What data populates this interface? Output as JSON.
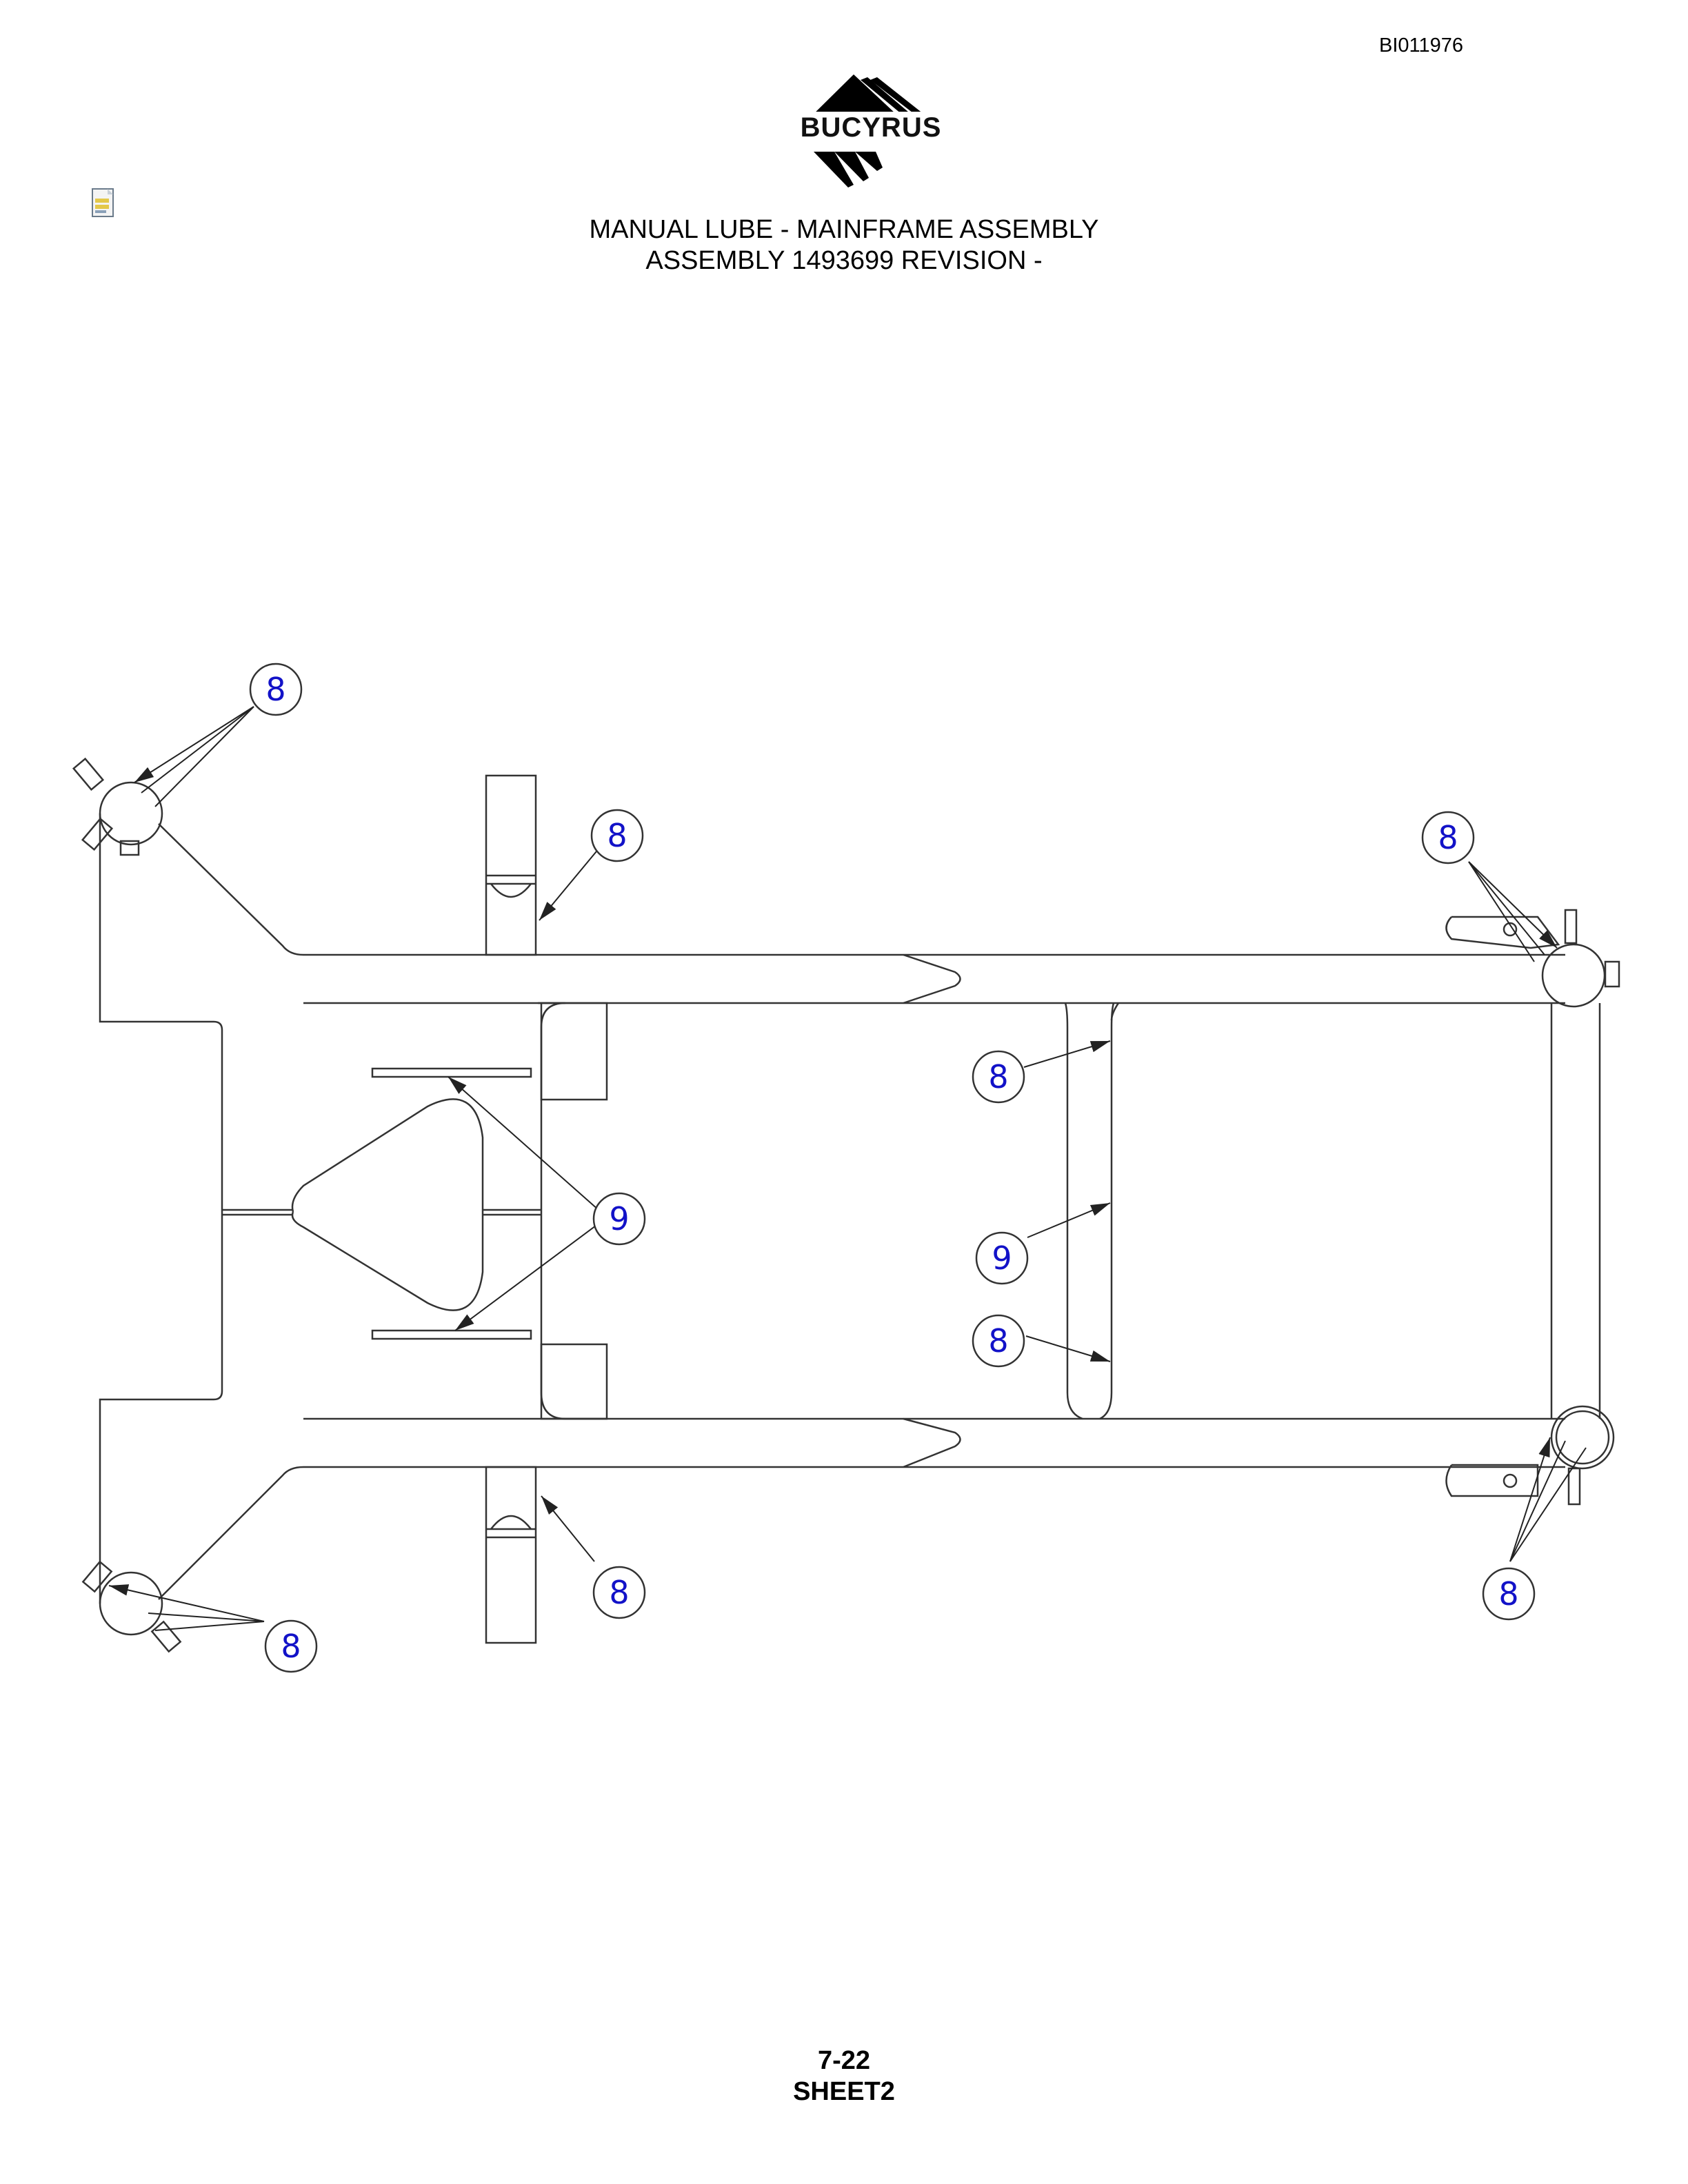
{
  "header": {
    "doc_id": "BI011976",
    "logo_text": "BUCYRUS",
    "title_line1": "MANUAL LUBE - MAINFRAME ASSEMBLY",
    "title_line2": "ASSEMBLY 1493699 REVISION -"
  },
  "footer": {
    "page": "7-22",
    "sheet": "SHEET2"
  },
  "callouts": [
    {
      "id": "c1",
      "label": "8"
    },
    {
      "id": "c2",
      "label": "8"
    },
    {
      "id": "c3",
      "label": "8"
    },
    {
      "id": "c4",
      "label": "8"
    },
    {
      "id": "c5",
      "label": "9"
    },
    {
      "id": "c6",
      "label": "9"
    },
    {
      "id": "c7",
      "label": "8"
    },
    {
      "id": "c8",
      "label": "8"
    },
    {
      "id": "c9",
      "label": "8"
    },
    {
      "id": "c10",
      "label": "8"
    }
  ],
  "colors": {
    "line": "#333333",
    "callout_text": "#1212c8"
  }
}
